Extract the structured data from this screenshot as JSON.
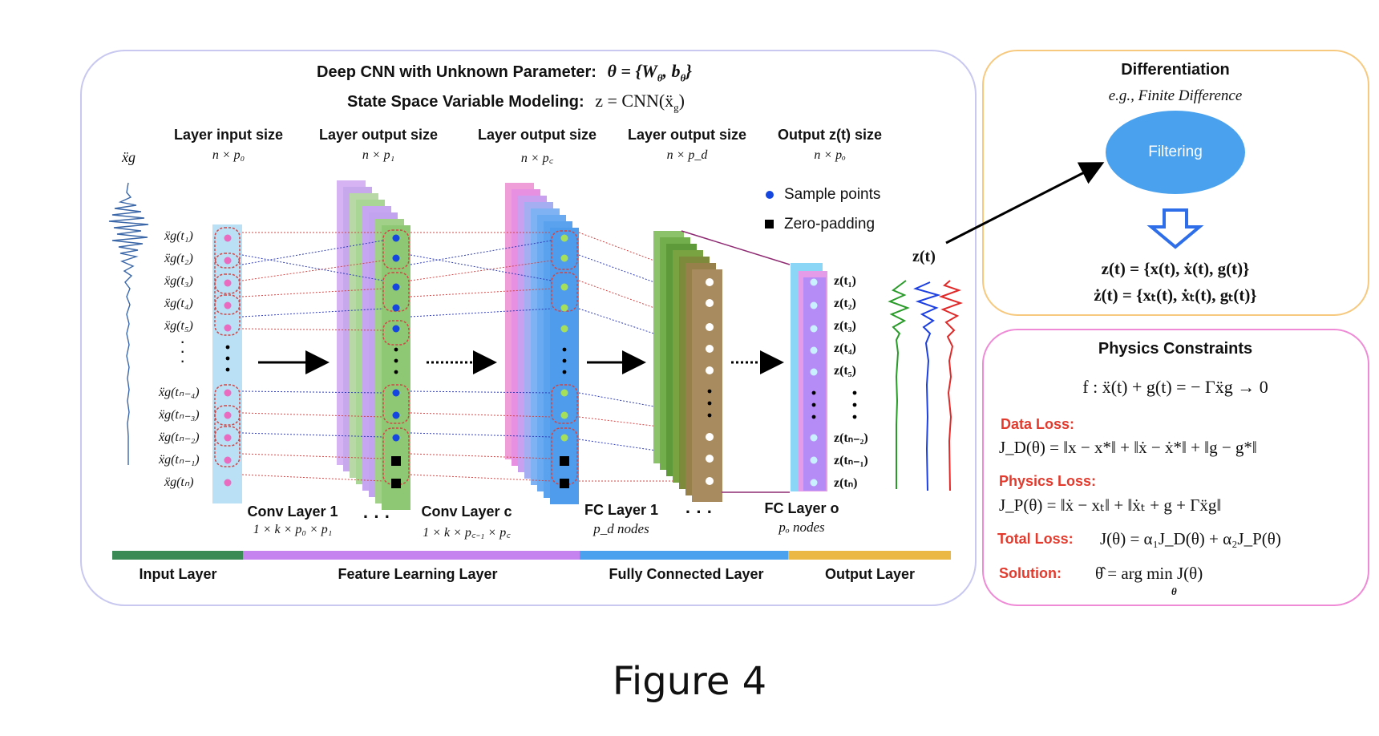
{
  "main": {
    "title_label": "Deep CNN with Unknown Parameter:",
    "title_math": "θ = {W",
    "title_math_sub1": "θ",
    "title_math_mid": ", b",
    "title_math_sub2": "θ",
    "title_math_end": "}",
    "subtitle_label": "State Space Variable Modeling:",
    "subtitle_math": "z = CNN(ẍ",
    "subtitle_math_sub": "g",
    "subtitle_math_end": ")",
    "size_headers": [
      {
        "label": "Layer input size",
        "dims": "n × p₀"
      },
      {
        "label": "Layer output size",
        "dims": "n × p₁"
      },
      {
        "label": "Layer output size",
        "dims": "n × p꜀"
      },
      {
        "label": "Layer output size",
        "dims": "n × p_d"
      },
      {
        "label": "Output  z(t)  size",
        "dims": "n × pₒ"
      }
    ],
    "input_signal_label": "ẍg",
    "input_labels": [
      "ẍg(t₁)",
      "ẍg(t₂)",
      "ẍg(t₃)",
      "ẍg(t₄)",
      "ẍg(t₅)",
      "ẍg(tₙ₋₄)",
      "ẍg(tₙ₋₃)",
      "ẍg(tₙ₋₂)",
      "ẍg(tₙ₋₁)",
      "ẍg(tₙ)"
    ],
    "output_labels": [
      "z(t₁)",
      "z(t₂)",
      "z(t₃)",
      "z(t₄)",
      "z(t₅)",
      "z(tₙ₋₂)",
      "z(tₙ₋₁)",
      "z(tₙ)"
    ],
    "output_signal_label": "z(t)",
    "legend": {
      "sample_points": "Sample points",
      "zero_padding": "Zero-padding"
    },
    "layer_captions": [
      {
        "title": "Conv Layer 1",
        "detail": "1 × k × p₀ × p₁"
      },
      {
        "title": "Conv Layer c",
        "detail": "1 × k × p꜀₋₁ × p꜀"
      },
      {
        "title": "FC Layer 1",
        "detail": "p_d nodes"
      },
      {
        "title": "FC Layer o",
        "detail": "pₒ nodes"
      }
    ],
    "ellipsis": "· · ·",
    "sections": [
      {
        "label": "Input Layer",
        "color": "#3a8a55"
      },
      {
        "label": "Feature Learning Layer",
        "color": "#c483ef"
      },
      {
        "label": "Fully Connected Layer",
        "color": "#4aa2ee"
      },
      {
        "label": "Output Layer",
        "color": "#ecb845"
      }
    ]
  },
  "differentiation": {
    "title": "Differentiation",
    "subtitle": "e.g., Finite Difference",
    "node_label": "Filtering",
    "eq1": "z(t) = {x(t), ẋ(t), g(t)}",
    "eq2": "ż(t) = {xₜ(t), ẋₜ(t), gₜ(t)}"
  },
  "physics": {
    "title": "Physics Constraints",
    "constraint": "f : ẍ(t) + g(t) = − Γẍg → 0",
    "data_loss_label": "Data Loss:",
    "data_loss_eq": "J_D(θ) = ‖x − x*‖ + ‖ẋ − ẋ*‖ + ‖g − g*‖",
    "physics_loss_label": "Physics Loss:",
    "physics_loss_eq": "J_P(θ) = ‖ẋ − xₜ‖ + ‖ẋₜ + g + Γẍg‖",
    "total_loss_label": "Total Loss:",
    "total_loss_eq": "J(θ) = α₁J_D(θ) + α₂J_P(θ)",
    "solution_label": "Solution:",
    "solution_eq": "θ̂ = arg min J(θ)",
    "solution_sub": "θ"
  },
  "caption": "Figure 4",
  "colors": {
    "filter_node": "#4aa2ee",
    "loss_label": "#e23b2e",
    "sample_point_blue": "#1546e0",
    "sample_point_green": "#a6e05a",
    "sample_point_pink": "#e86cc0"
  }
}
